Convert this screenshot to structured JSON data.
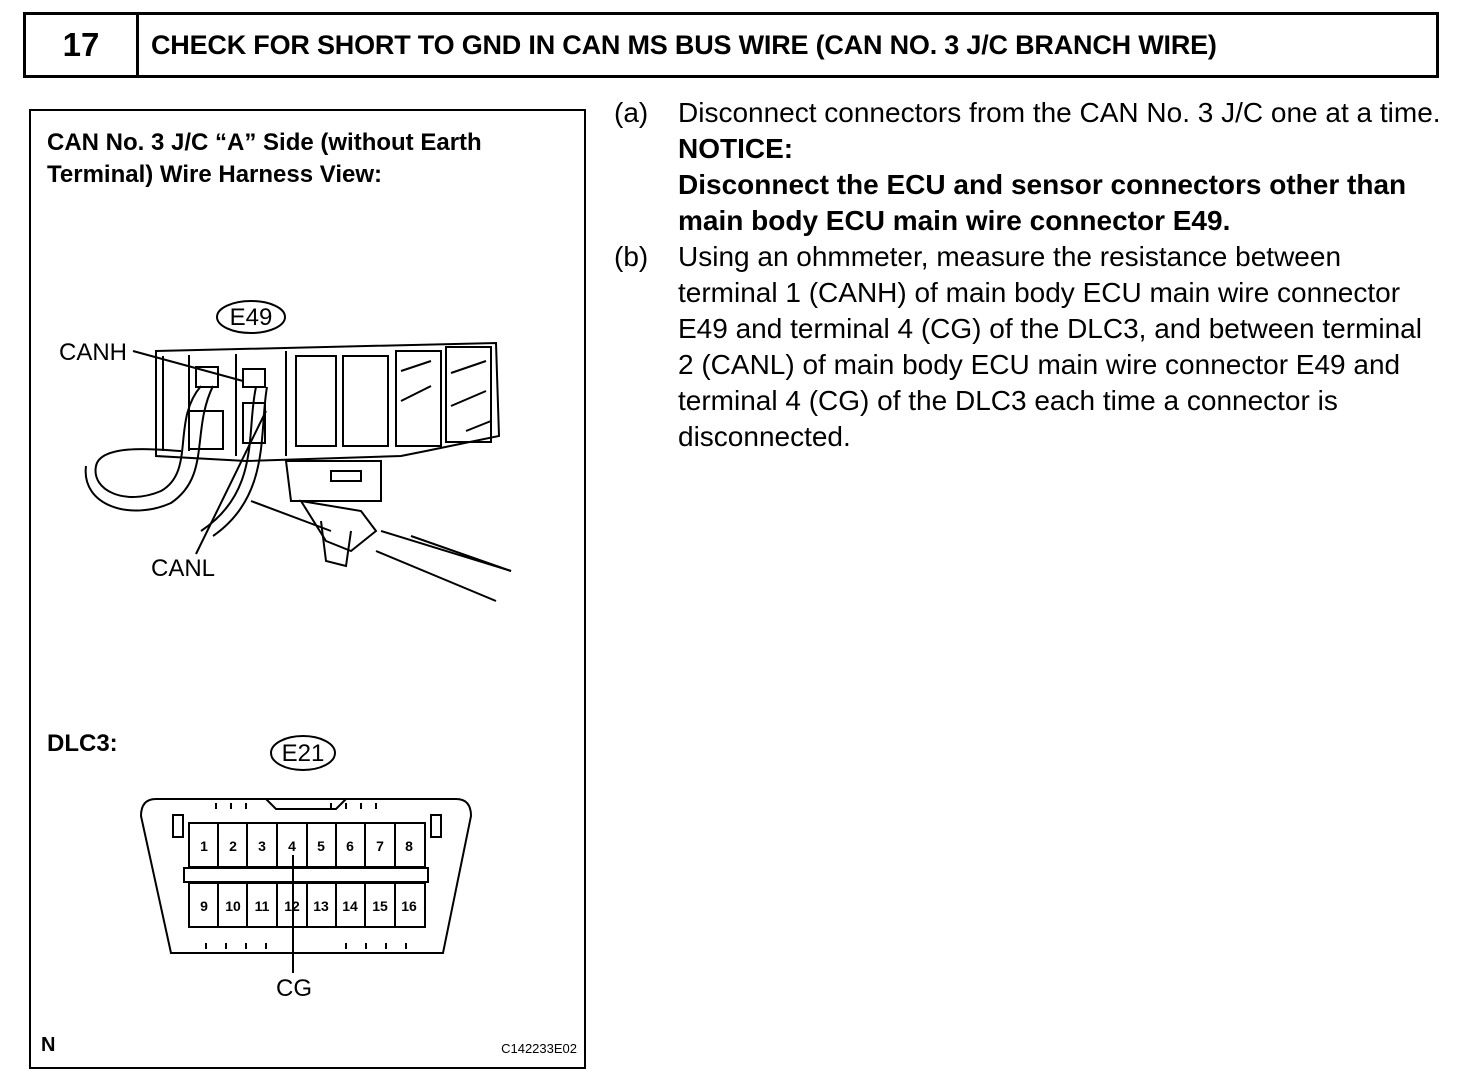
{
  "header": {
    "step_number": "17",
    "title": "CHECK FOR SHORT TO GND IN CAN MS BUS WIRE (CAN NO. 3 J/C BRANCH WIRE)"
  },
  "figure": {
    "caption": "CAN No. 3 J/C “A” Side (without Earth Terminal) Wire Harness View:",
    "connector_e49": "E49",
    "canh_label": "CANH",
    "canl_label": "CANL",
    "dlc3_label": "DLC3:",
    "connector_e21": "E21",
    "pins_top": [
      "1",
      "2",
      "3",
      "4",
      "5",
      "6",
      "7",
      "8"
    ],
    "pins_bottom": [
      "9",
      "10",
      "11",
      "12",
      "13",
      "14",
      "15",
      "16"
    ],
    "cg_label": "CG",
    "corner_mark": "N",
    "figure_code": "C142233E02"
  },
  "steps": [
    {
      "label": "(a)",
      "text": "Disconnect connectors from the CAN No. 3 J/C one at a time.",
      "notice_title": "NOTICE:",
      "notice_text": "Disconnect the ECU and sensor connectors other than main body ECU main wire connector E49."
    },
    {
      "label": "(b)",
      "text": "Using an ohmmeter, measure the resistance between terminal 1 (CANH) of main body ECU main wire connector E49 and terminal 4 (CG) of the DLC3, and between terminal 2 (CANL) of main body ECU main wire connector E49 and terminal 4 (CG) of the DLC3 each time a connector is disconnected."
    }
  ]
}
